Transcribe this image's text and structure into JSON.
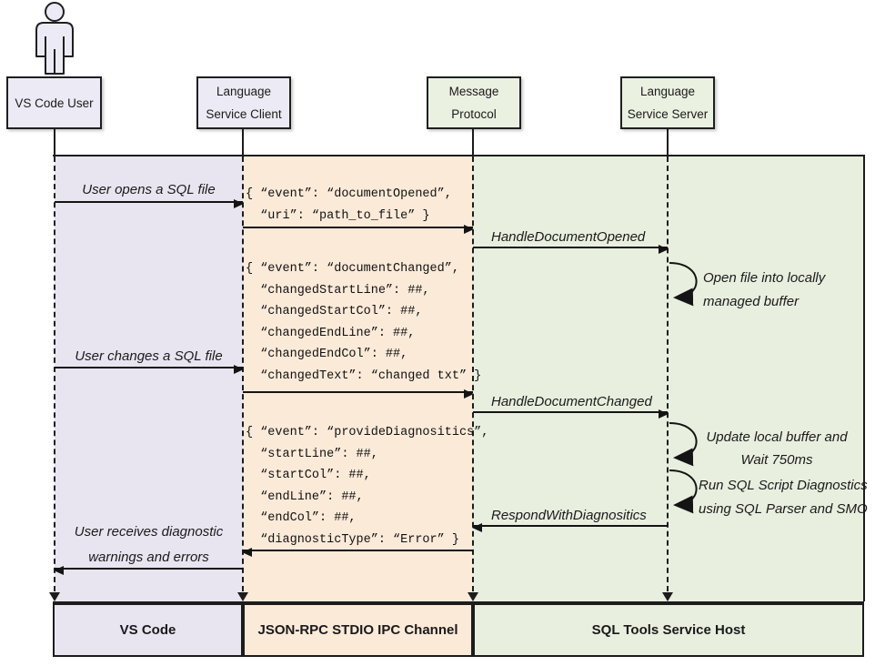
{
  "colors": {
    "lavender": "#e8e5f1",
    "peach": "#fcead9",
    "green": "#e8efdf",
    "boxlavender": "#ecebf5",
    "boxgreen": "#eaf1e1",
    "ink": "#1c1c1c"
  },
  "actors": {
    "user": {
      "line1": "VS Code User"
    },
    "client": {
      "line1": "Language",
      "line2": "Service Client"
    },
    "protocol": {
      "line1": "Message",
      "line2": "Protocol"
    },
    "server": {
      "line1": "Language",
      "line2": "Service Server"
    }
  },
  "messages": {
    "user_opens": "User opens a SQL file",
    "doc_opened_json": [
      "{ “event”: “documentOpened”,",
      "  “uri”: “path_to_file” }"
    ],
    "handle_doc_opened": "HandleDocumentOpened",
    "open_file_note": [
      "Open file into locally",
      "managed buffer"
    ],
    "doc_changed_json": [
      "{ “event”: “documentChanged”,",
      "  “changedStartLine”: ##,",
      "  “changedStartCol”: ##,",
      "  “changedEndLine”: ##,",
      "  “changedEndCol”: ##,",
      "  “changedText”: “changed txt” }"
    ],
    "user_changes": "User changes a SQL file",
    "handle_doc_changed": "HandleDocumentChanged",
    "update_buffer_note": [
      "Update local buffer and",
      "Wait 750ms"
    ],
    "run_diagnostics_note": [
      "Run SQL Script Diagnostics",
      "using SQL Parser and SMO"
    ],
    "respond_with_diagnostics": "RespondWithDiagnositics",
    "provide_diagnostics_json": [
      "{ “event”: “provideDiagnositics”,",
      "  “startLine”: ##,",
      "  “startCol”: ##,",
      "  “endLine”: ##,",
      "  “endCol”: ##,",
      "  “diagnosticType”: “Error” }"
    ],
    "user_receives": [
      "User receives diagnostic",
      "warnings and errors"
    ]
  },
  "lanes": {
    "vscode": "VS Code",
    "channel": "JSON-RPC STDIO IPC Channel",
    "host": "SQL Tools Service Host"
  }
}
